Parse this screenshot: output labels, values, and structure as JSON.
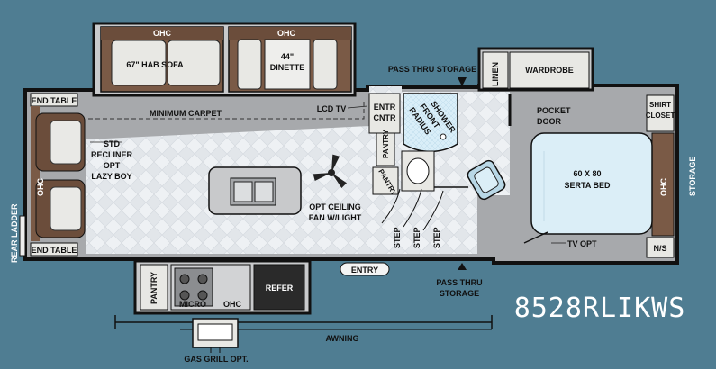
{
  "diagram": {
    "model": "8528RLIKWS",
    "labels": {
      "ohc": "OHC",
      "sofa": "67\" HAB SOFA",
      "dinette_size": "44\"",
      "dinette": "DINETTE",
      "pass_thru_storage_top": "PASS THRU STORAGE",
      "linen": "LINEN",
      "wardrobe": "WARDROBE",
      "end_table": "END TABLE",
      "minimum_carpet": "MINIMUM CARPET",
      "lcd_tv": "LCD TV",
      "entr": "ENTR",
      "cntr": "CNTR",
      "radius": "RADIUS",
      "front": "FRONT",
      "shower": "SHOWER",
      "pocket": "POCKET",
      "door": "DOOR",
      "shirt": "SHIRT",
      "closet": "CLOSET",
      "std": "STD",
      "recliner": "RECLINER",
      "opt": "OPT",
      "lazy_boy": "LAZY BOY",
      "pantry": "PANTRY",
      "bed_size": "60 X 80",
      "bed": "SERTA BED",
      "storage": "STORAGE",
      "rear_ladder": "REAR LADDER",
      "opt_ceiling": "OPT CEILING",
      "fan_light": "FAN W/LIGHT",
      "step": "STEP",
      "tv_opt": "TV OPT",
      "ns": "N/S",
      "entry": "ENTRY",
      "pass_thru": "PASS THRU",
      "storage_bottom": "STORAGE",
      "micro": "MICRO",
      "refer": "REFER",
      "awning": "AWNING",
      "gas_grill": "GAS GRILL OPT."
    }
  }
}
